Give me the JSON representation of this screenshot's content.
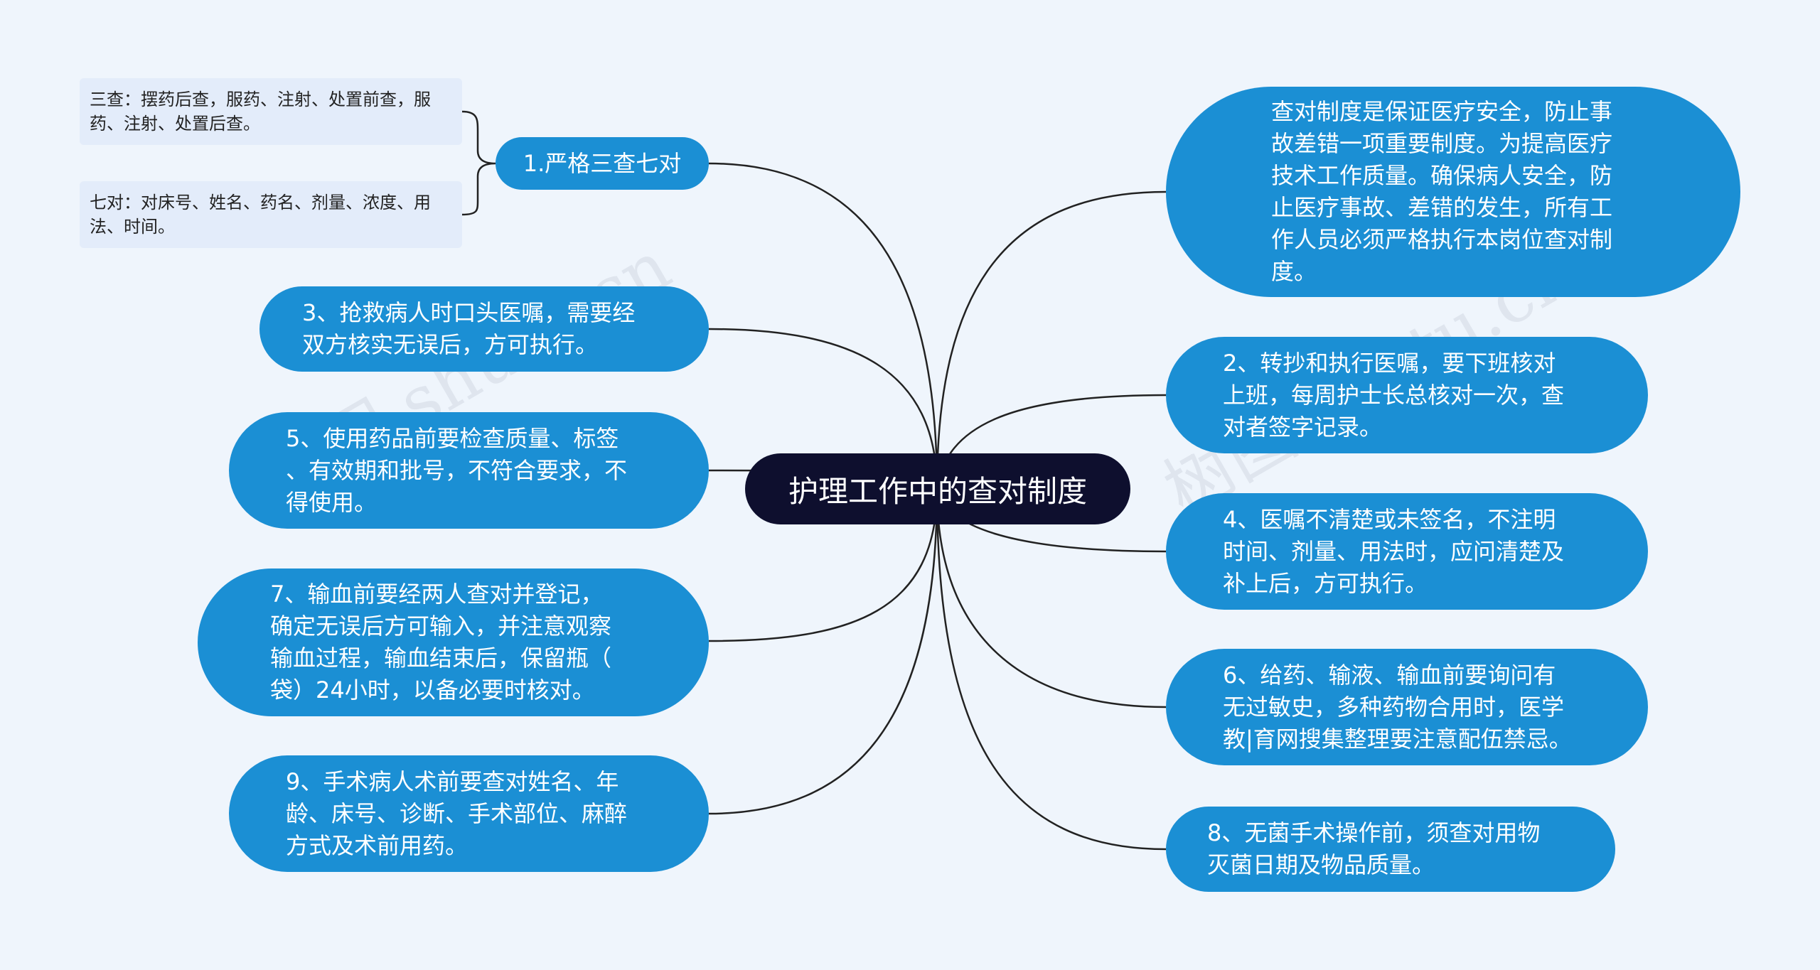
{
  "center": {
    "label": "护理工作中的查对制度"
  },
  "left_nodes": [
    {
      "id": "n1",
      "text": "1.严格三查七对"
    },
    {
      "id": "n3",
      "text": "3、抢救病人时口头医嘱，需要经\n双方核实无误后，方可执行。"
    },
    {
      "id": "n5",
      "text": "5、使用药品前要检查质量、标签\n、有效期和批号，不符合要求，不\n得使用。"
    },
    {
      "id": "n7",
      "text": "7、输血前要经两人查对并登记，\n确定无误后方可输入，并注意观察\n输血过程，输血结束后，保留瓶（\n袋）24小时，以备必要时核对。"
    },
    {
      "id": "n9",
      "text": "9、手术病人术前要查对姓名、年\n龄、床号、诊断、手术部位、麻醉\n方式及术前用药。"
    }
  ],
  "right_nodes": [
    {
      "id": "n0",
      "text": "查对制度是保证医疗安全，防止事\n故差错一项重要制度。为提高医疗\n技术工作质量。确保病人安全，防\n止医疗事故、差错的发生，所有工\n作人员必须严格执行本岗位查对制\n度。"
    },
    {
      "id": "n2",
      "text": "2、转抄和执行医嘱，要下班核对\n上班，每周护士长总核对一次，查\n对者签字记录。"
    },
    {
      "id": "n4",
      "text": "4、医嘱不清楚或未签名，不注明\n时间、剂量、用法时，应问清楚及\n补上后，方可执行。"
    },
    {
      "id": "n6",
      "text": "6、给药、输液、输血前要询问有\n无过敏史，多种药物合用时，医学\n教|育网搜集整理要注意配伍禁忌。"
    },
    {
      "id": "n8",
      "text": "8、无菌手术操作前，须查对用物\n灭菌日期及物品质量。"
    }
  ],
  "sub_notes": [
    {
      "id": "s1",
      "text": "三查：摆药后查，服药、注射、处置前查，服\n药、注射、处置后查。"
    },
    {
      "id": "s2",
      "text": "七对：对床号、姓名、药名、剂量、浓度、用\n法、时间。"
    }
  ],
  "watermark": "树图 shutu.cn",
  "colors": {
    "background": "#eff5fc",
    "node": "#1b8fd4",
    "center": "#0e0f2e",
    "note": "#e3ecfa",
    "link": "#222222"
  }
}
